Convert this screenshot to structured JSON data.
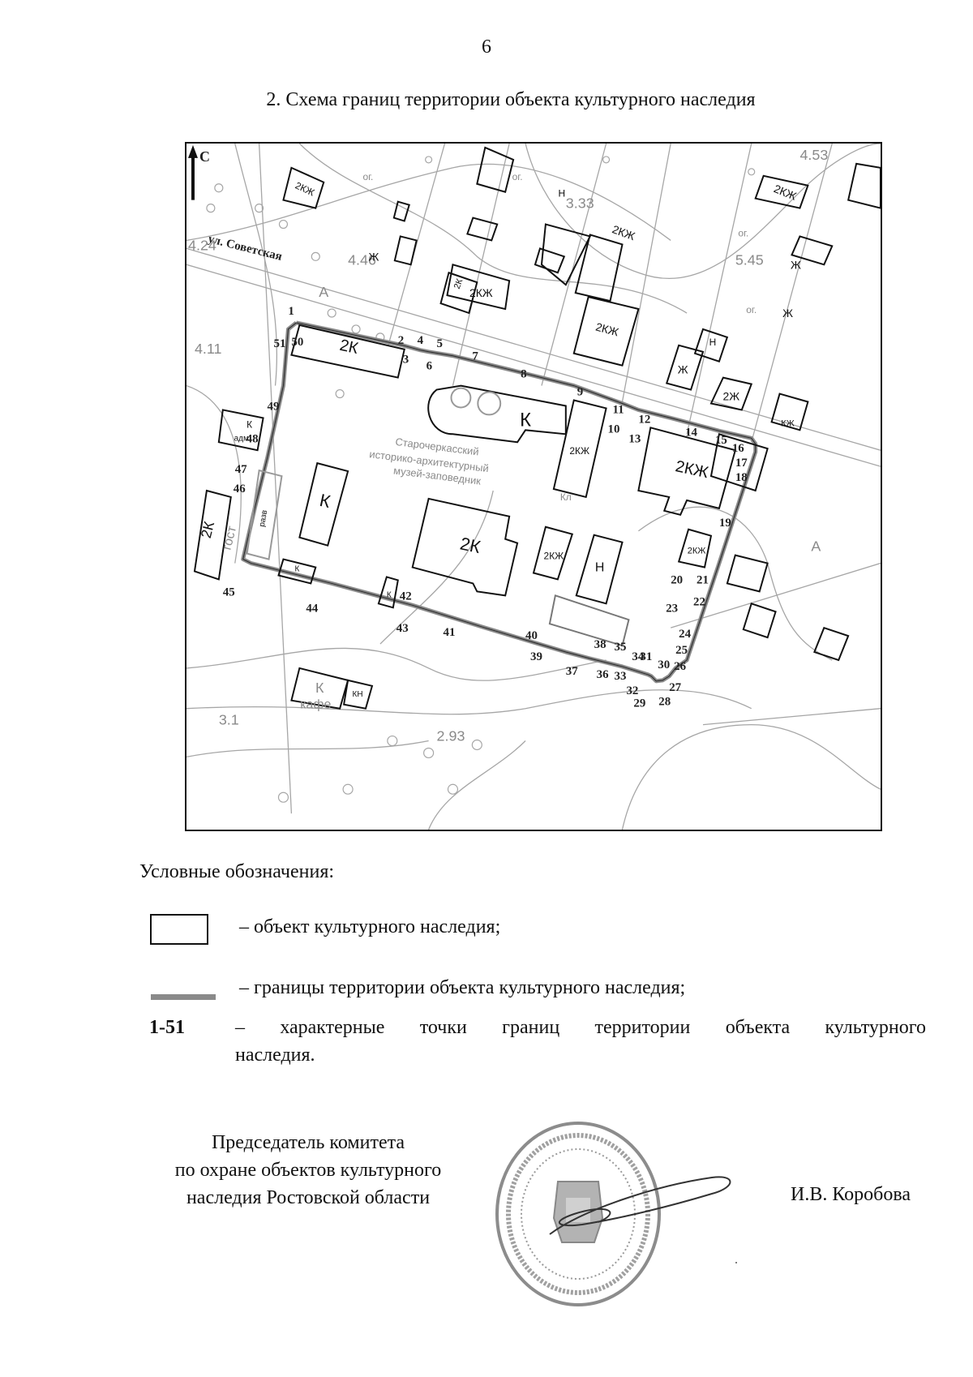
{
  "page": {
    "number": "6",
    "title": "2. Схема границ территории объекта культурного наследия"
  },
  "map": {
    "north_label": "С",
    "street_label": "ул. Советская",
    "museum_label_lines": [
      "Старочеркасский",
      "историко-архитектурный",
      "музей-заповедник"
    ],
    "elevations": [
      "4.24",
      "4.46",
      "4.11",
      "3.33",
      "5.45",
      "4.53",
      "3.1",
      "2.93"
    ],
    "building_labels": {
      "b_2k_north": "2К",
      "b_cathedral": "К",
      "b_2kzh_a": "2КЖ",
      "b_2kzh_b": "2КЖ",
      "b_k_west": "К",
      "b_2k_center": "2К",
      "b_2kzh_c": "2КЖ",
      "b_n": "Н",
      "b_2kzh_d": "2КЖ",
      "b_k_small": "К",
      "b_k_small2": "К",
      "b_razv": "разв",
      "b_2k_west": "2К",
      "b_zost": "гост",
      "b_k_adm": "К",
      "b_adm": "адм",
      "b_kafe_k": "К",
      "b_kafe": "кафе",
      "b_kn": "КН",
      "b_kl": "Кл",
      "n_2kzh1": "2КЖ",
      "n_2kzh2": "2КЖ",
      "n_2kzh3": "2КЖ",
      "n_2kzh4": "2КЖ",
      "n_2kzh5": "2КЖ",
      "n_2k": "2К",
      "n_zh1": "Ж",
      "n_zh2": "Ж",
      "n_zh3": "Ж",
      "n_zh4": "Ж",
      "n_2zh": "2Ж",
      "n_n1": "Н",
      "n_n2": "Н",
      "n_kzh": "КЖ",
      "n_og1": "ог.",
      "n_og2": "ог.",
      "n_og3": "ог.",
      "n_og4": "ог.",
      "n_a1": "А",
      "n_a2": "А"
    },
    "boundary_points": [
      "1",
      "2",
      "3",
      "4",
      "5",
      "6",
      "7",
      "8",
      "9",
      "10",
      "11",
      "12",
      "13",
      "14",
      "15",
      "16",
      "17",
      "18",
      "19",
      "20",
      "21",
      "22",
      "23",
      "24",
      "25",
      "26",
      "27",
      "28",
      "29",
      "30",
      "31",
      "32",
      "33",
      "34",
      "35",
      "36",
      "37",
      "38",
      "39",
      "40",
      "41",
      "42",
      "43",
      "44",
      "45",
      "46",
      "47",
      "48",
      "49",
      "50",
      "51"
    ]
  },
  "legend": {
    "heading": "Условные обозначения:",
    "items": [
      {
        "symbol": "rectangle-outline",
        "text": "– объект культурного наследия;"
      },
      {
        "symbol": "gray-line",
        "text": "– границы территории объекта культурного наследия;"
      },
      {
        "symbol": "text-code",
        "code": "1-51",
        "text": "– характерные точки границ территории объекта культурного",
        "text_cont": "наследия."
      }
    ]
  },
  "signature": {
    "position_lines": [
      "Председатель комитета",
      "по охране объектов культурного",
      "наследия Ростовской области"
    ],
    "name": "И.В. Коробова"
  },
  "colors": {
    "boundary": "#8a8a8a",
    "map_lines": "#9a9a9a",
    "buildings": "#111111",
    "stamp": "#8c8c8c"
  }
}
